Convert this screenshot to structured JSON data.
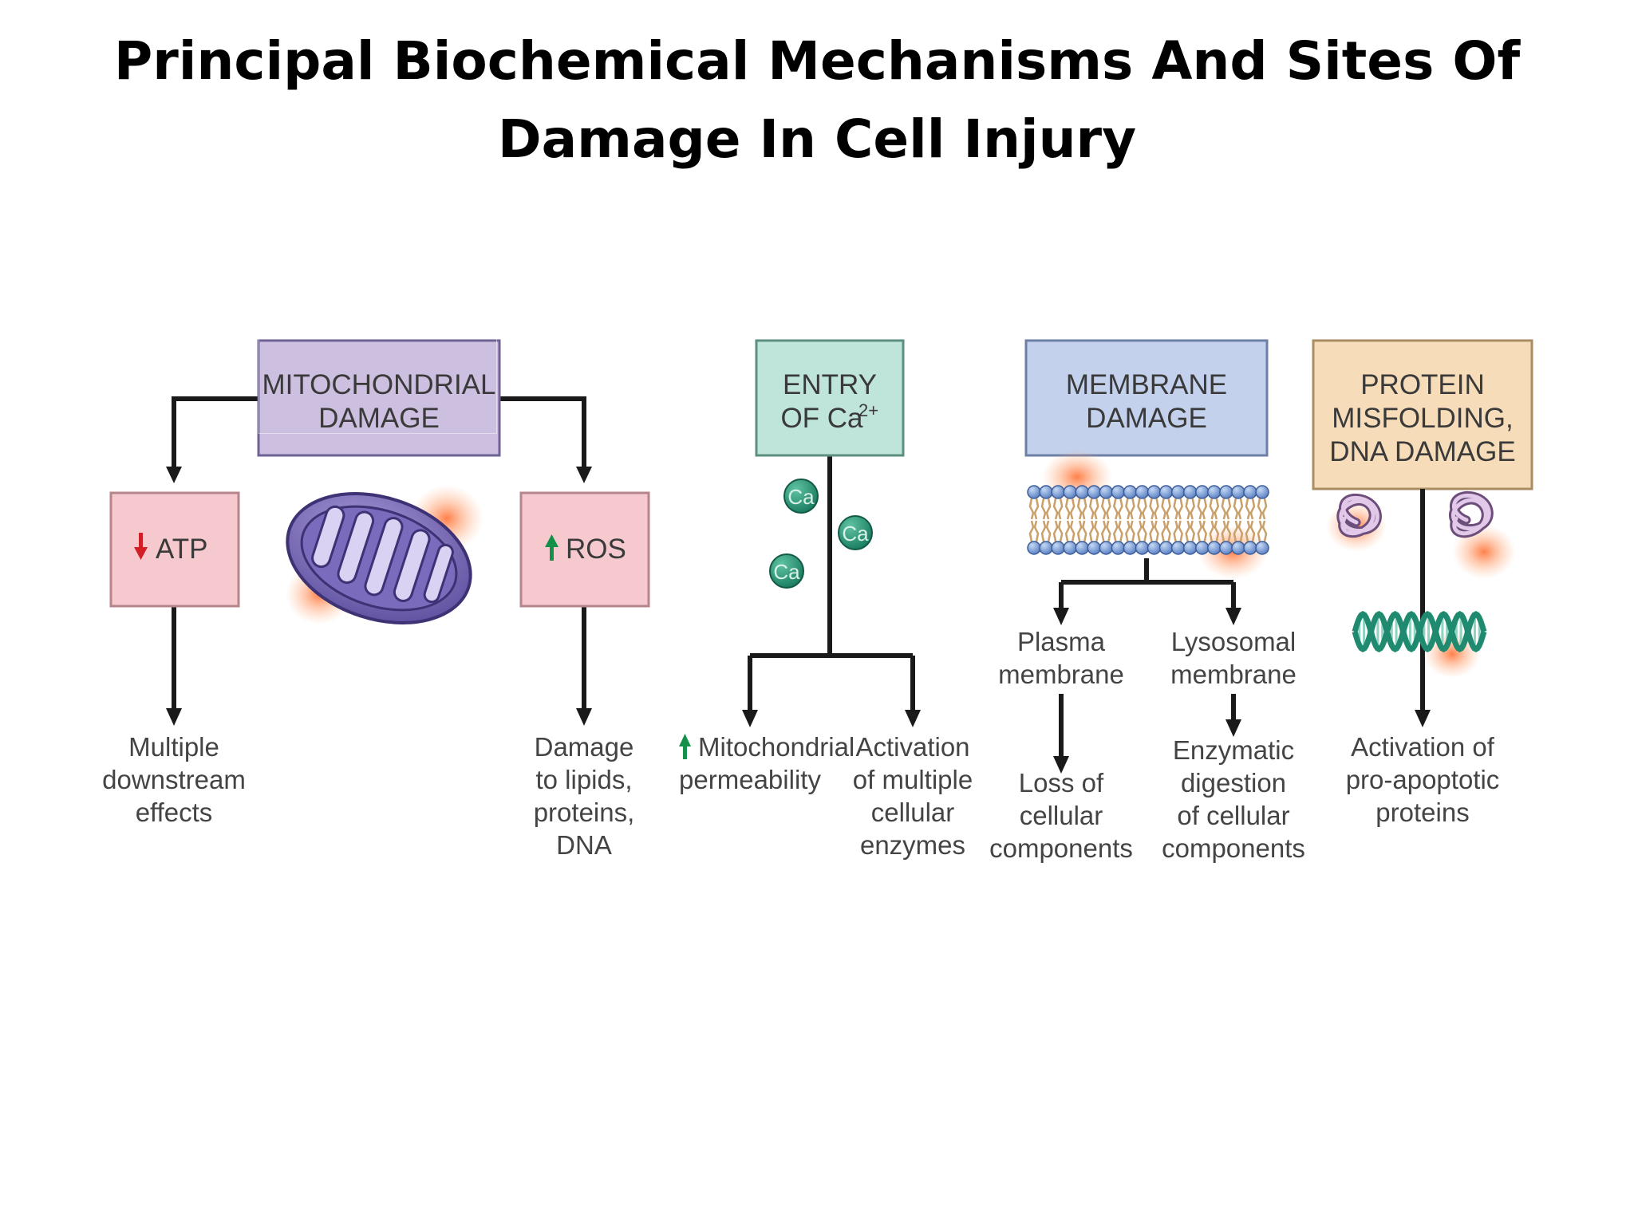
{
  "title": {
    "line1": "Principal Biochemical Mechanisms And Sites Of",
    "line2": "Damage In Cell Injury"
  },
  "colors": {
    "mito_box": "#cdbfe0",
    "ca_box": "#bfe5da",
    "membrane_box": "#c3d1ec",
    "protein_box": "#f6dcb8",
    "effect_box": "#f6c9cf",
    "arrow": "#1a1a1a",
    "down_arrow": "#d21f26",
    "up_arrow": "#13904a"
  },
  "boxes": {
    "mitochondrial": [
      "MITOCHONDRIAL",
      "DAMAGE"
    ],
    "calcium": [
      "ENTRY",
      "OF Ca"
    ],
    "calcium_sup": "2+",
    "membrane": [
      "MEMBRANE",
      "DAMAGE"
    ],
    "protein": [
      "PROTEIN",
      "MISFOLDING,",
      "DNA DAMAGE"
    ],
    "atp": "ATP",
    "ros": "ROS"
  },
  "ion_label": "Ca",
  "labels": {
    "multiple": [
      "Multiple",
      "downstream",
      "effects"
    ],
    "lipids": [
      "Damage",
      "to lipids,",
      "proteins,",
      "DNA"
    ],
    "mito_perm": [
      "Mitochondrial",
      "permeability"
    ],
    "enzymes": [
      "Activation",
      "of multiple",
      "cellular",
      "enzymes"
    ],
    "plasma": [
      "Plasma",
      "membrane"
    ],
    "lysosomal": [
      "Lysosomal",
      "membrane"
    ],
    "loss": [
      "Loss of",
      "cellular",
      "components"
    ],
    "enzymatic": [
      "Enzymatic",
      "digestion",
      "of cellular",
      "components"
    ],
    "apoptotic": [
      "Activation of",
      "pro-apoptotic",
      "proteins"
    ]
  }
}
